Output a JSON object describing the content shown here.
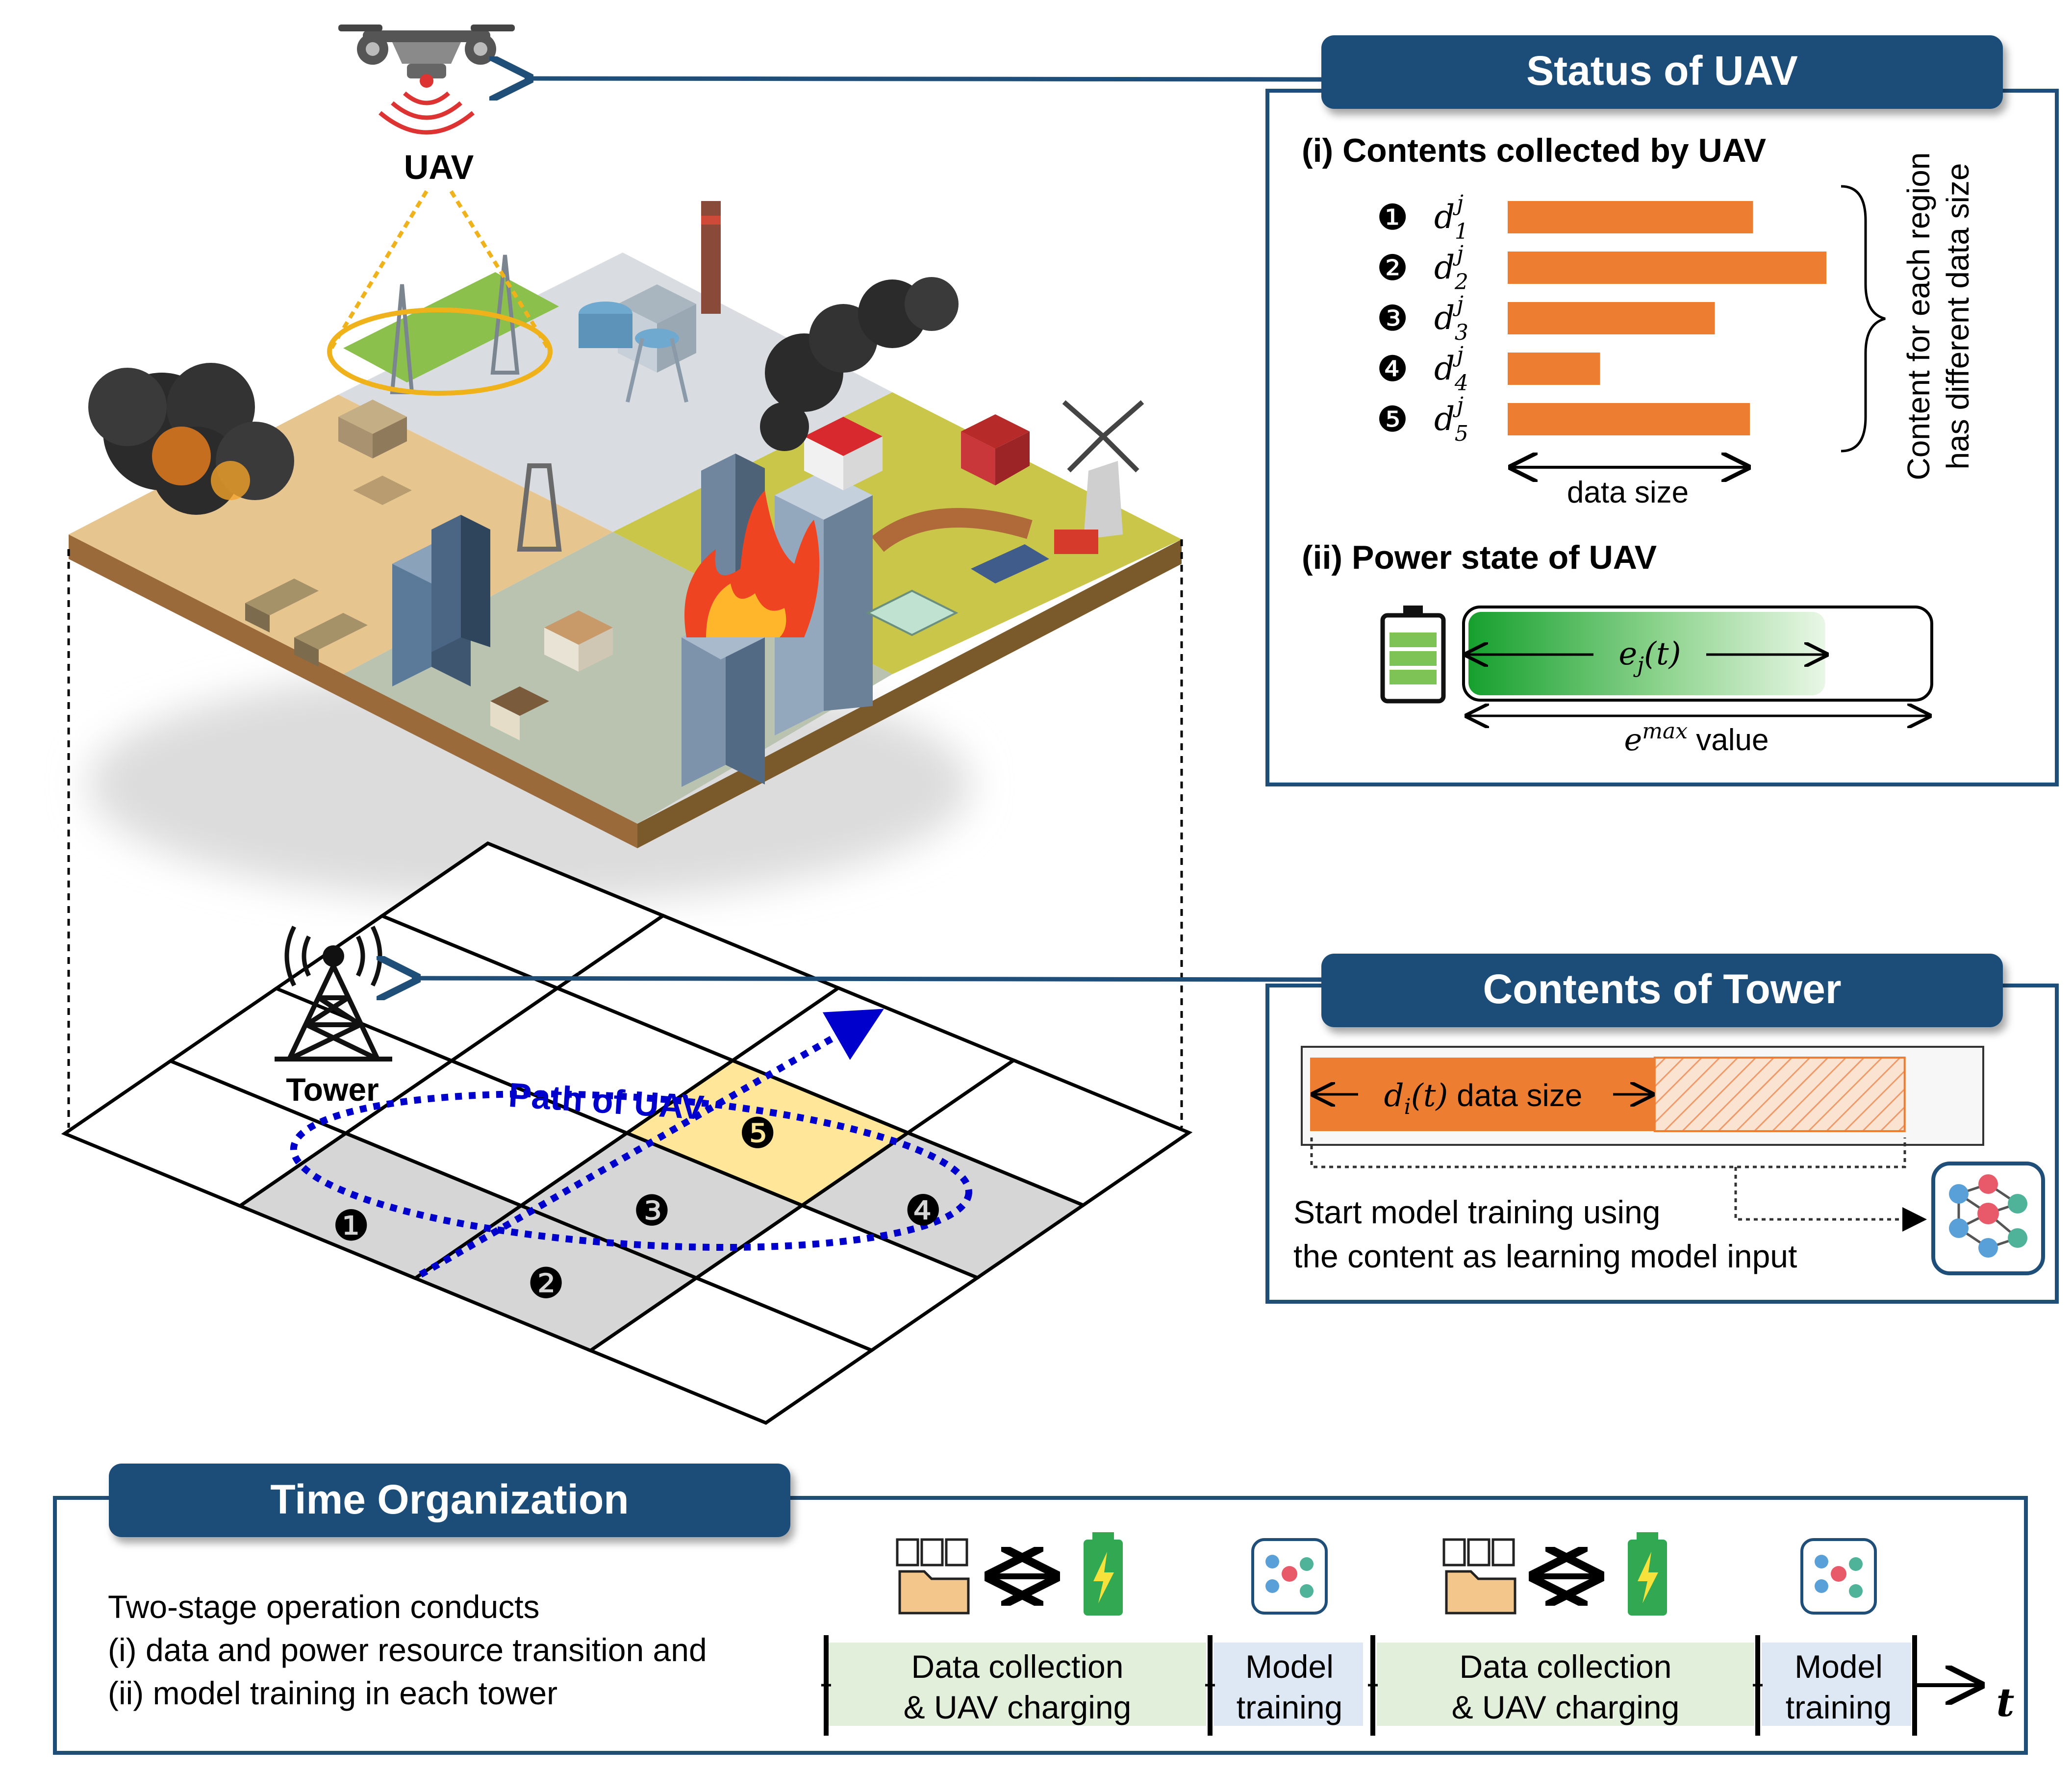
{
  "colors": {
    "navy": "#1f4e79",
    "orange": "#ed7d31",
    "gray_cell": "#d6d6d6",
    "yellow_cell": "#ffe699",
    "path_blue": "#0000cc",
    "green_phase": "#e2efda",
    "blue_phase": "#dde8f4",
    "battery_green": "#33a852"
  },
  "uav": {
    "label": "UAV"
  },
  "tower": {
    "label": "Tower"
  },
  "grid": {
    "path_label": "Path of UAV",
    "markers": [
      "❶",
      "❷",
      "❸",
      "❹",
      "❺"
    ]
  },
  "status_panel": {
    "title": "Status of UAV",
    "contents_heading": "(i) Contents collected by UAV",
    "bars": [
      {
        "marker": "❶",
        "sub": "1",
        "value": 0.77
      },
      {
        "marker": "❷",
        "sub": "2",
        "value": 1.0
      },
      {
        "marker": "❸",
        "sub": "3",
        "value": 0.65
      },
      {
        "marker": "❹",
        "sub": "4",
        "value": 0.29
      },
      {
        "marker": "❺",
        "sub": "5",
        "value": 0.76
      }
    ],
    "symbol_base": "d",
    "symbol_sup": "j",
    "data_size_label": "data size",
    "brace_line1": "Content for each region",
    "brace_line2": "has different data size",
    "power_heading": "(ii) Power state of UAV",
    "battery_fill": 0.77,
    "energy_symbol": "e",
    "energy_sub": "j",
    "energy_arg": "(t)",
    "emax_base": "e",
    "emax_sup": "max",
    "emax_suffix": " value"
  },
  "tower_panel": {
    "title": "Contents of Tower",
    "data_symbol": "d",
    "data_sub": "i",
    "data_arg": "(t)",
    "data_suffix": " data size",
    "fill_solid": 0.51,
    "fill_hatched": 0.37,
    "line1": "Start model training using",
    "line2": "the content as learning model input"
  },
  "time_panel": {
    "title": "Time Organization",
    "desc": [
      "Two-stage operation conducts",
      "(i) data and power resource transition and",
      "(ii) model training in each tower"
    ],
    "phases": [
      {
        "line1": "Data collection",
        "line2": "& UAV charging"
      },
      {
        "line1": "Model",
        "line2": "training"
      },
      {
        "line1": "Data collection",
        "line2": "& UAV charging"
      },
      {
        "line1": "Model",
        "line2": "training"
      }
    ],
    "axis_label": "t"
  }
}
